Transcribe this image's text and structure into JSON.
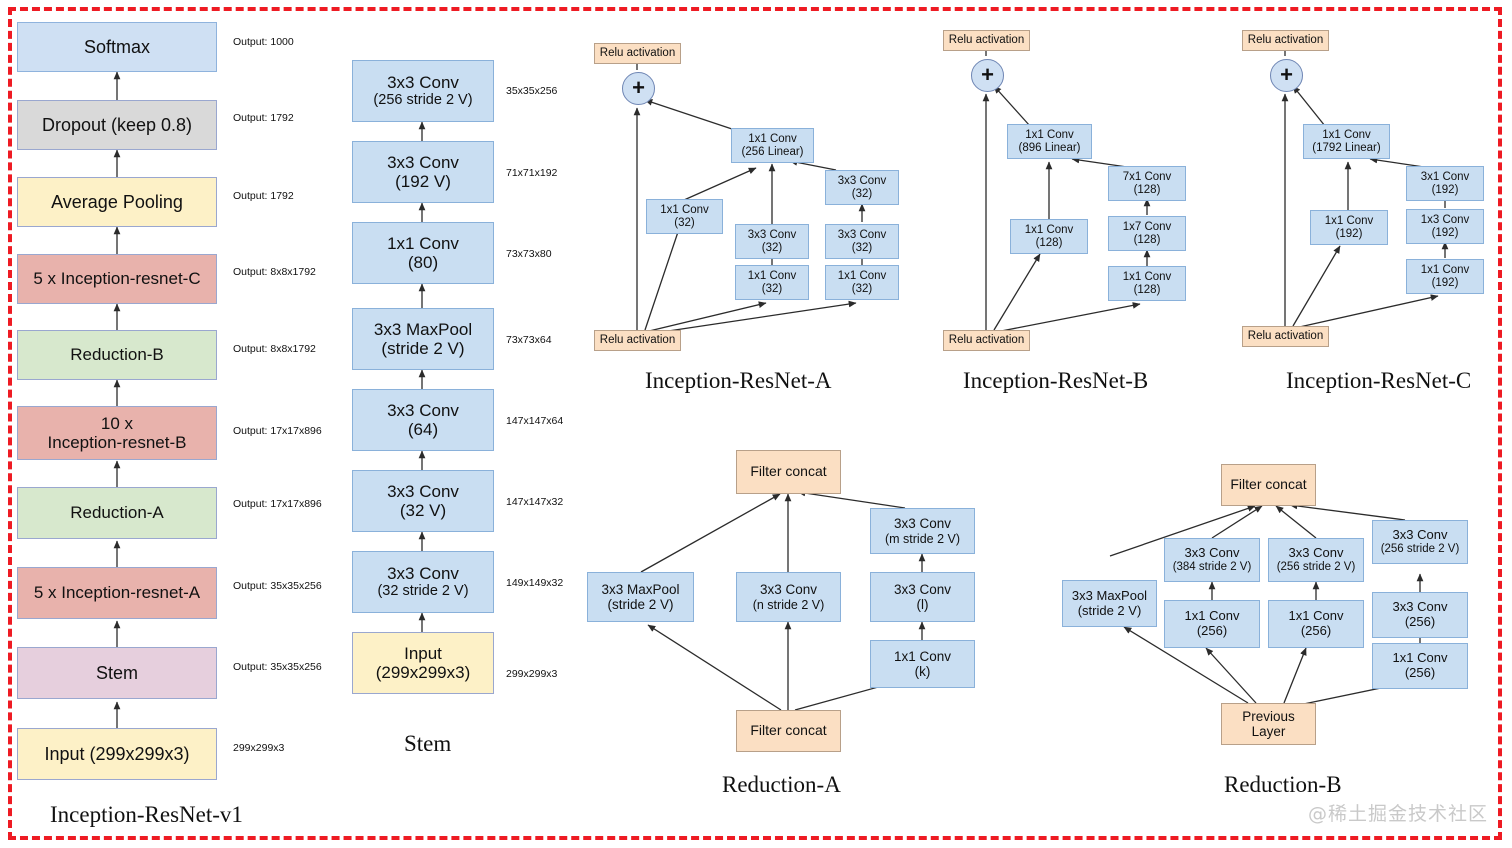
{
  "figure": {
    "watermark": "@稀土掘金技术社区",
    "accent_border": "#ee1b23"
  },
  "titles": {
    "main": "Inception-ResNet-v1",
    "stem": "Stem",
    "res_a": "Inception-ResNet-A",
    "res_b": "Inception-ResNet-B",
    "res_c": "Inception-ResNet-C",
    "red_a": "Reduction-A",
    "red_b": "Reduction-B"
  },
  "overall": {
    "nodes": [
      {
        "l1": "Softmax",
        "l2": "",
        "out": "Output: 1000"
      },
      {
        "l1": "Dropout (keep 0.8)",
        "l2": "",
        "out": "Output: 1792"
      },
      {
        "l1": "Average Pooling",
        "l2": "",
        "out": "Output: 1792"
      },
      {
        "l1": "5 x Inception-resnet-C",
        "l2": "",
        "out": "Output: 8x8x1792"
      },
      {
        "l1": "Reduction-B",
        "l2": "",
        "out": "Output: 8x8x1792"
      },
      {
        "l1": "10 x",
        "l2": "Inception-resnet-B",
        "out": "Output: 17x17x896"
      },
      {
        "l1": "Reduction-A",
        "l2": "",
        "out": "Output: 17x17x896"
      },
      {
        "l1": "5 x Inception-resnet-A",
        "l2": "",
        "out": "Output: 35x35x256"
      },
      {
        "l1": "Stem",
        "l2": "",
        "out": "Output: 35x35x256"
      },
      {
        "l1": "Input (299x299x3)",
        "l2": "",
        "out": "299x299x3"
      }
    ]
  },
  "stem": {
    "nodes": [
      {
        "l1": "3x3 Conv",
        "l2": "(256 stride 2 V)",
        "out": "35x35x256"
      },
      {
        "l1": "3x3 Conv",
        "l2": "(192 V)",
        "out": "71x71x192"
      },
      {
        "l1": "1x1 Conv",
        "l2": "(80)",
        "out": "73x73x80"
      },
      {
        "l1": "3x3 MaxPool",
        "l2": "(stride 2 V)",
        "out": "73x73x64"
      },
      {
        "l1": "3x3 Conv",
        "l2": "(64)",
        "out": "147x147x64"
      },
      {
        "l1": "3x3 Conv",
        "l2": "(32 V)",
        "out": "147x147x32"
      },
      {
        "l1": "3x3 Conv",
        "l2": "(32 stride 2 V)",
        "out": "149x149x32"
      },
      {
        "l1": "Input",
        "l2": "(299x299x3)",
        "out": "299x299x3"
      }
    ]
  },
  "res_a": {
    "relu_top": "Relu activation",
    "relu_bottom": "Relu activation",
    "plus": "+",
    "nodes": [
      {
        "l1": "1x1 Conv",
        "l2": "(256 Linear)"
      },
      {
        "l1": "1x1 Conv",
        "l2": "(32)"
      },
      {
        "l1": "3x3 Conv",
        "l2": "(32)"
      },
      {
        "l1": "1x1 Conv",
        "l2": "(32)"
      },
      {
        "l1": "3x3 Conv",
        "l2": "(32)"
      },
      {
        "l1": "3x3 Conv",
        "l2": "(32)"
      },
      {
        "l1": "1x1 Conv",
        "l2": "(32)"
      }
    ]
  },
  "res_b": {
    "relu_top": "Relu activation",
    "relu_bottom": "Relu activation",
    "plus": "+",
    "nodes": [
      {
        "l1": "1x1 Conv",
        "l2": "(896 Linear)"
      },
      {
        "l1": "1x1 Conv",
        "l2": "(128)"
      },
      {
        "l1": "7x1 Conv",
        "l2": "(128)"
      },
      {
        "l1": "1x7 Conv",
        "l2": "(128)"
      },
      {
        "l1": "1x1 Conv",
        "l2": "(128)"
      }
    ]
  },
  "res_c": {
    "relu_top": "Relu activation",
    "relu_bottom": "Relu activation",
    "plus": "+",
    "nodes": [
      {
        "l1": "1x1 Conv",
        "l2": "(1792 Linear)"
      },
      {
        "l1": "1x1 Conv",
        "l2": "(192)"
      },
      {
        "l1": "3x1 Conv",
        "l2": "(192)"
      },
      {
        "l1": "1x3 Conv",
        "l2": "(192)"
      },
      {
        "l1": "1x1 Conv",
        "l2": "(192)"
      }
    ]
  },
  "red_a": {
    "concat_top": "Filter concat",
    "concat_bottom": "Filter concat",
    "nodes": [
      {
        "l1": "3x3 MaxPool",
        "l2": "(stride 2 V)"
      },
      {
        "l1": "3x3 Conv",
        "l2": "(n stride 2 V)"
      },
      {
        "l1": "3x3 Conv",
        "l2": "(m stride 2 V)"
      },
      {
        "l1": "3x3 Conv",
        "l2": "(l)"
      },
      {
        "l1": "1x1 Conv",
        "l2": "(k)"
      }
    ]
  },
  "red_b": {
    "concat_top": "Filter concat",
    "previous_layer_l1": "Previous",
    "previous_layer_l2": "Layer",
    "nodes": [
      {
        "l1": "3x3 MaxPool",
        "l2": "(stride 2 V)"
      },
      {
        "l1": "3x3 Conv",
        "l2": "(384 stride 2 V)"
      },
      {
        "l1": "1x1 Conv",
        "l2": "(256)"
      },
      {
        "l1": "3x3 Conv",
        "l2": "(256 stride 2 V)"
      },
      {
        "l1": "1x1 Conv",
        "l2": "(256)"
      },
      {
        "l1": "3x3 Conv",
        "l2": "(256 stride 2 V)"
      },
      {
        "l1": "3x3 Conv",
        "l2": "(256)"
      },
      {
        "l1": "1x1 Conv",
        "l2": "(256)"
      }
    ]
  }
}
